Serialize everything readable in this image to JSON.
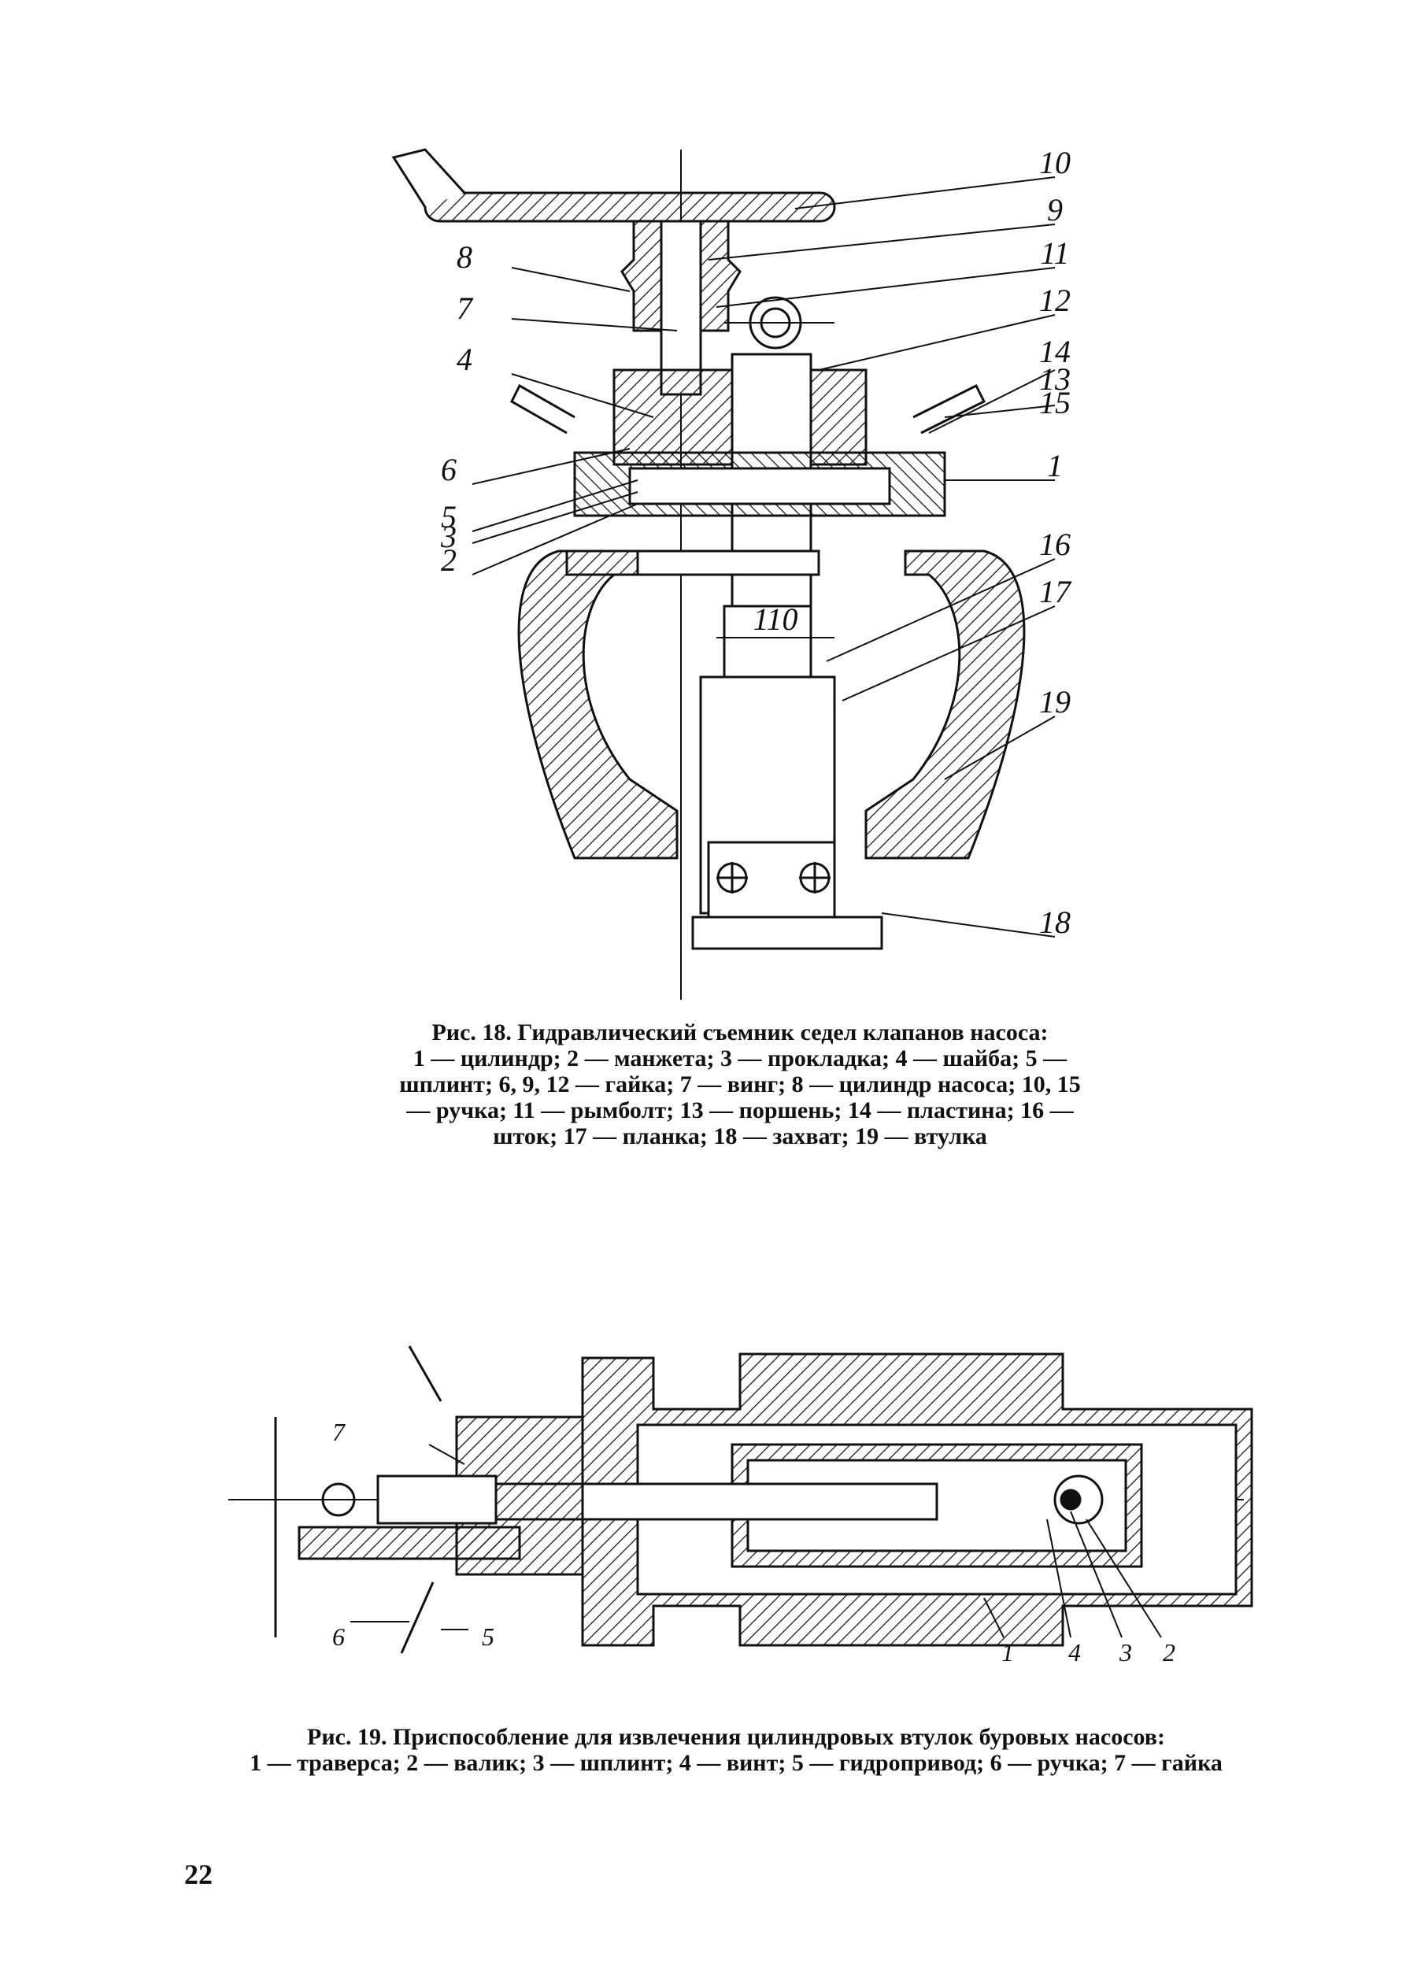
{
  "figure18": {
    "labels": [
      "10",
      "9",
      "8",
      "11",
      "7",
      "12",
      "14",
      "4",
      "13",
      "15",
      "6",
      "1",
      "5",
      "3",
      "2",
      "16",
      "17",
      "19",
      "18"
    ],
    "dimension": "110",
    "caption_title": "Рис. 18. Гидравлический съемник седел клапанов насоса:",
    "caption_legend": "1 — цилиндр; 2 — манжета; 3 — прокладка; 4 — шайба; 5 — шплинт; 6, 9, 12 — гайка; 7 — винг; 8 — цилиндр насоса; 10, 15 — ручка; 11 — рымболт; 13 — поршень; 14 — пластина; 16 — шток; 17 — планка; 18 — захват; 19 — втулка"
  },
  "figure19": {
    "labels": [
      "7",
      "6",
      "5",
      "1",
      "4",
      "3",
      "2"
    ],
    "caption_title": "Рис. 19. Приспособление для извлечения цилиндровых втулок буровых насосов:",
    "caption_legend": "1 — траверса; 2 — валик; 3 — шплинт; 4 — винт; 5 — гидропривод; 6 — ручка; 7 — гайка"
  },
  "page_number": "22"
}
